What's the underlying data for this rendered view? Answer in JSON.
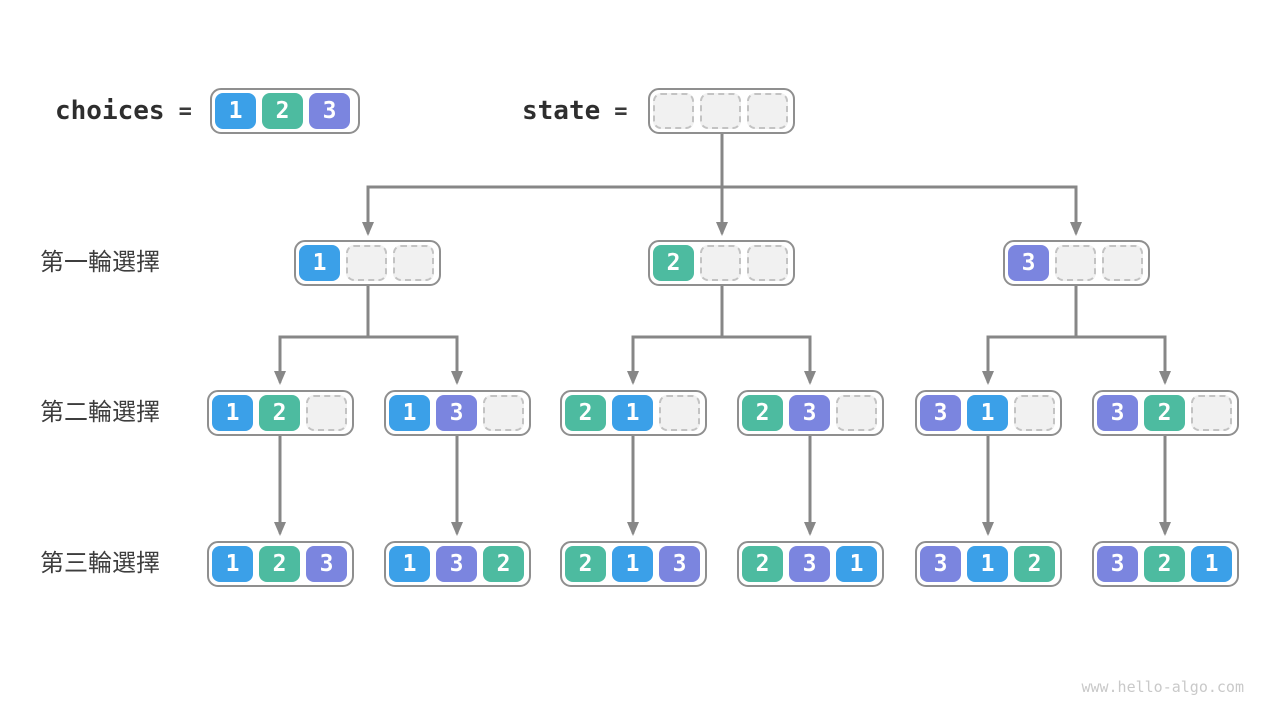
{
  "header": {
    "choices_label": "choices",
    "state_label": "state",
    "equals": "=",
    "choices_cells": [
      "1",
      "2",
      "3"
    ],
    "state_cells": [
      "",
      "",
      ""
    ]
  },
  "row_labels": [
    "第一輪選擇",
    "第二輪選擇",
    "第三輪選擇"
  ],
  "tree": {
    "round1": [
      [
        "1",
        "",
        ""
      ],
      [
        "2",
        "",
        ""
      ],
      [
        "3",
        "",
        ""
      ]
    ],
    "round2": [
      [
        "1",
        "2",
        ""
      ],
      [
        "1",
        "3",
        ""
      ],
      [
        "2",
        "1",
        ""
      ],
      [
        "2",
        "3",
        ""
      ],
      [
        "3",
        "1",
        ""
      ],
      [
        "3",
        "2",
        ""
      ]
    ],
    "round3": [
      [
        "1",
        "2",
        "3"
      ],
      [
        "1",
        "3",
        "2"
      ],
      [
        "2",
        "1",
        "3"
      ],
      [
        "2",
        "3",
        "1"
      ],
      [
        "3",
        "1",
        "2"
      ],
      [
        "3",
        "2",
        "1"
      ]
    ]
  },
  "colors": {
    "1": "#3BA0E8",
    "2": "#4DBBA0",
    "3": "#7B85DF",
    "empty_fill": "#f1f1f1",
    "node_border": "#8f8f8f",
    "arrow": "#878787"
  },
  "watermark": "www.hello-algo.com"
}
